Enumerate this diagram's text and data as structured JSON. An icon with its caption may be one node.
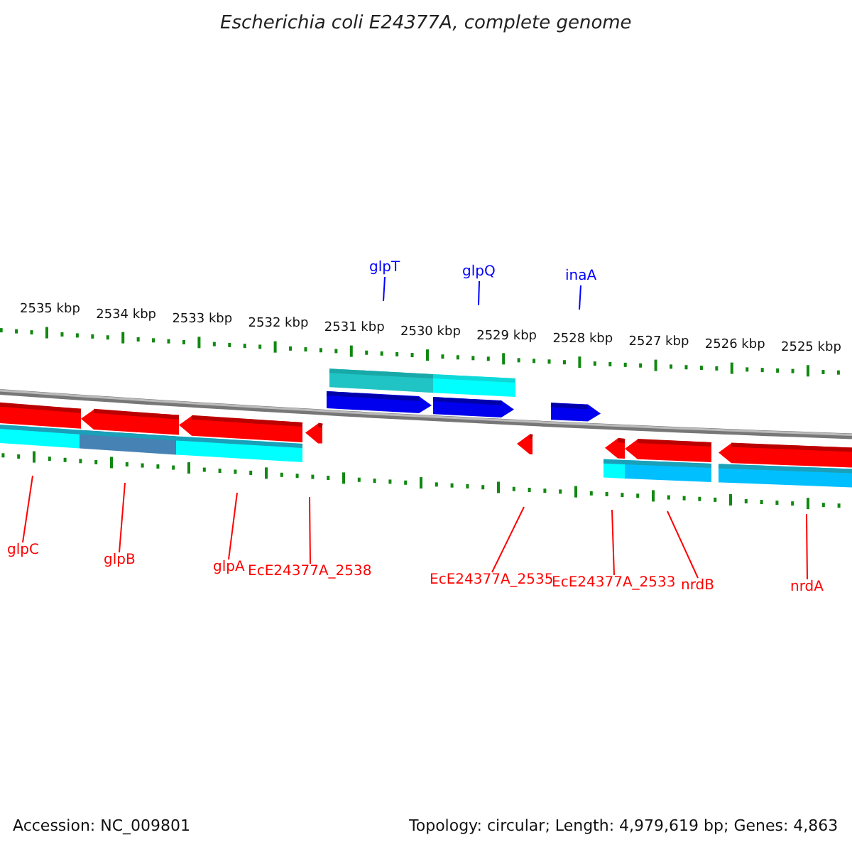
{
  "diagram": {
    "title": "Escherichia coli E24377A, complete genome",
    "nodes": [
      {
        "text": [
          "glpT"
        ]
      },
      {
        "text": [
          "glpQ"
        ]
      },
      {
        "text": [
          "inaA"
        ]
      },
      {
        "text": [
          "glpC"
        ]
      },
      {
        "text": [
          "glpB"
        ]
      },
      {
        "text": [
          "glpA"
        ]
      },
      {
        "text": [
          "EcE24377A_2538"
        ]
      },
      {
        "text": [
          "EcE24377A_2535"
        ]
      },
      {
        "text": [
          "EcE24377A_2533"
        ]
      },
      {
        "text": [
          "nrdB"
        ]
      },
      {
        "text": [
          "nrdA"
        ]
      }
    ],
    "edges": [
      {
        "from": 0,
        "to": null,
        "arrow": "none",
        "color": "#0000ff"
      },
      {
        "from": 1,
        "to": null,
        "arrow": "none",
        "color": "#0000ff"
      },
      {
        "from": 2,
        "to": null,
        "arrow": "none",
        "color": "#0000ff"
      },
      {
        "from": 3,
        "to": null,
        "arrow": "none"
      },
      {
        "from": 4,
        "to": null,
        "arrow": "none"
      },
      {
        "from": 5,
        "to": null,
        "arrow": "none"
      },
      {
        "from": 6,
        "to": null,
        "arrow": "none"
      },
      {
        "from": 7,
        "to": null,
        "arrow": "none"
      },
      {
        "from": 8,
        "to": null,
        "arrow": "none"
      },
      {
        "from": 9,
        "to": null,
        "arrow": "none"
      },
      {
        "from": 10,
        "to": null,
        "arrow": "none"
      }
    ],
    "labels": [
      "2535 kbp",
      "2534 kbp",
      "2533 kbp",
      "2532 kbp",
      "2531 kbp",
      "2530 kbp",
      "2529 kbp",
      "2528 kbp",
      "2527 kbp",
      "2526 kbp",
      "2525 kbp",
      "Accession: NC_009801",
      "Topology: circular; Length: 4,979,619 bp; Genes: 4,863"
    ]
  }
}
